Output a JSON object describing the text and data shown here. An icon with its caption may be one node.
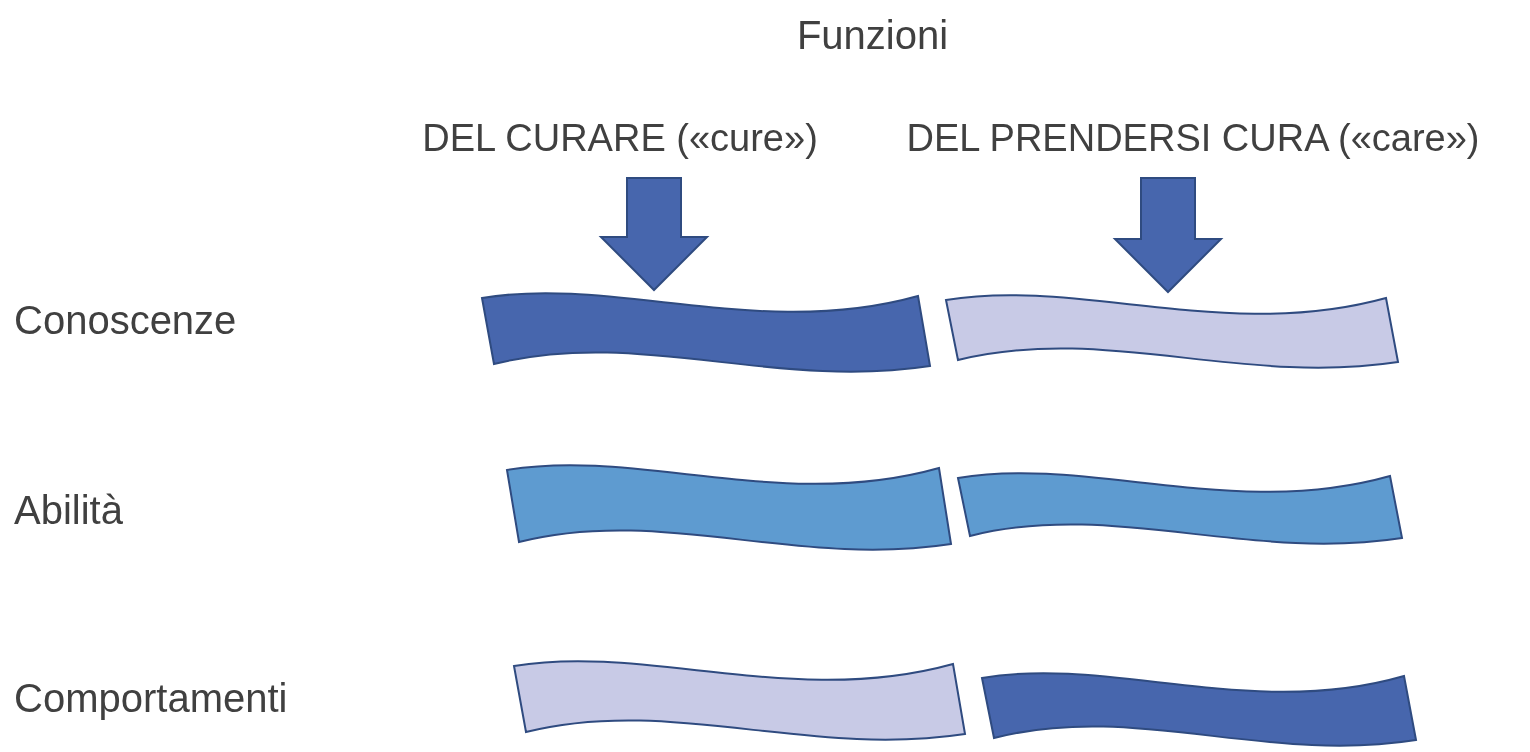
{
  "diagram": {
    "title": "Funzioni",
    "nodes": [
      {
        "text": [
          "DEL CURARE («cure»)"
        ]
      },
      {
        "text": [
          "DEL PRENDERSI CURA («care»)"
        ]
      },
      {
        "text": [],
        "shape": "wave"
      },
      {
        "text": [],
        "shape": "wave"
      },
      {
        "text": [],
        "shape": "wave"
      },
      {
        "text": [],
        "shape": "wave"
      },
      {
        "text": [],
        "shape": "wave"
      },
      {
        "text": [],
        "shape": "wave"
      }
    ],
    "edges": [
      {
        "from": 0,
        "to": 2,
        "arrow": "to",
        "style": "thick"
      },
      {
        "from": 1,
        "to": 3,
        "arrow": "to",
        "style": "thick"
      }
    ],
    "labels": [
      "Conoscenze",
      "Abilità",
      "Comportamenti"
    ]
  }
}
